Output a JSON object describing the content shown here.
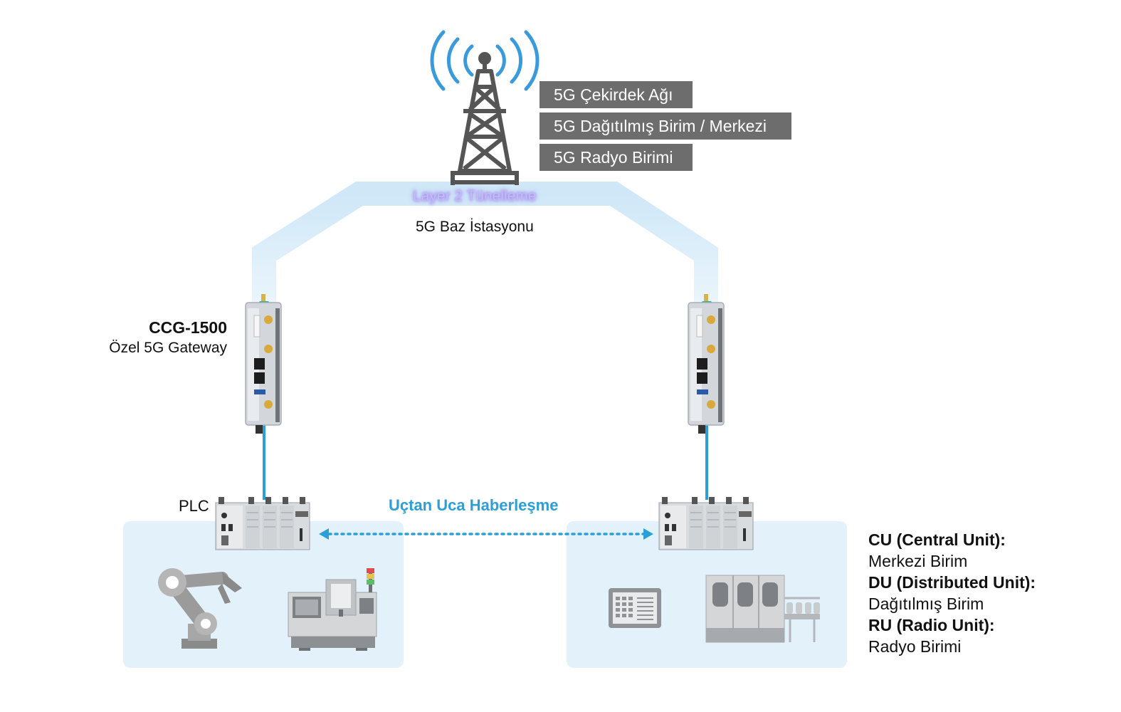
{
  "core_stack": {
    "core": "5G Çekirdek Ağı",
    "distributed": "5G Dağıtılmış Birim / Merkezi",
    "radio": "5G Radyo Birimi"
  },
  "tunnel_label": "Layer 2 Tünelleme",
  "base_station_label": "5G Baz İstasyonu",
  "gateway": {
    "model": "CCG-1500",
    "description": "Özel 5G Gateway"
  },
  "plc_label": "PLC",
  "e2e_label": "Uçtan Uca Haberleşme",
  "legend": [
    {
      "term": "CU (Central Unit):",
      "definition": "Merkezi Birim"
    },
    {
      "term": "DU (Distributed Unit):",
      "definition": "Dağıtılmış Birim"
    },
    {
      "term": "RU (Radio Unit):",
      "definition": "Radyo Birimi"
    }
  ],
  "colors": {
    "tunnel": "#d6ebf8",
    "zone": "#e3f1fb",
    "link": "#2a9fd8",
    "arrow": "#2a9fd8",
    "label_bg": "#6d6d6d",
    "tower": "#555555",
    "signal": "#3a9bdc",
    "e2e_text": "#2a9fd8"
  }
}
